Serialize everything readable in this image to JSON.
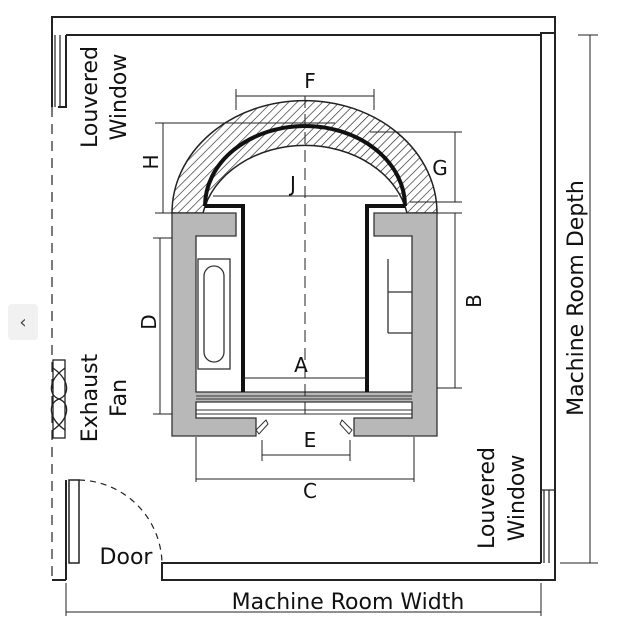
{
  "labels": {
    "louvered_window_top": [
      "Louvered",
      "Window"
    ],
    "exhaust_fan": [
      "Exhaust",
      "Fan"
    ],
    "door": "Door",
    "louvered_window_right": [
      "Louvered",
      "Window"
    ],
    "machine_room_width": "Machine Room Width",
    "machine_room_depth": "Machine Room Depth",
    "dim_a": "A",
    "dim_b": "B",
    "dim_c": "C",
    "dim_d": "D",
    "dim_e": "E",
    "dim_f": "F",
    "dim_g": "G",
    "dim_h": "H",
    "dim_j": "J"
  },
  "nav": {
    "prev_icon": "chevron-left-icon",
    "prev_glyph": "‹"
  }
}
